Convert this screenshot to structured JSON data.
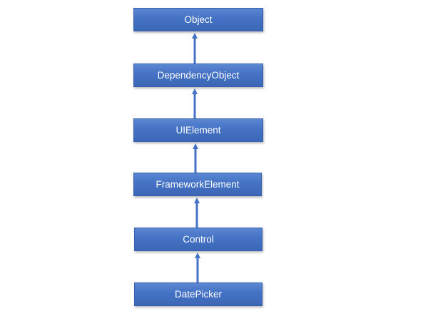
{
  "diagram": {
    "colors": {
      "box_fill": "#4472c4",
      "box_border": "#3560ad",
      "arrow": "#4472c4",
      "text": "#ffffff"
    },
    "nodes": [
      {
        "id": "object",
        "label": "Object"
      },
      {
        "id": "dependencyobject",
        "label": "DependencyObject"
      },
      {
        "id": "uielement",
        "label": "UIElement"
      },
      {
        "id": "frameworkelement",
        "label": "FrameworkElement"
      },
      {
        "id": "control",
        "label": "Control"
      },
      {
        "id": "datepicker",
        "label": "DatePicker"
      }
    ],
    "edges": [
      {
        "from": "dependencyobject",
        "to": "object"
      },
      {
        "from": "uielement",
        "to": "dependencyobject"
      },
      {
        "from": "frameworkelement",
        "to": "uielement"
      },
      {
        "from": "control",
        "to": "frameworkelement"
      },
      {
        "from": "datepicker",
        "to": "control"
      }
    ]
  }
}
